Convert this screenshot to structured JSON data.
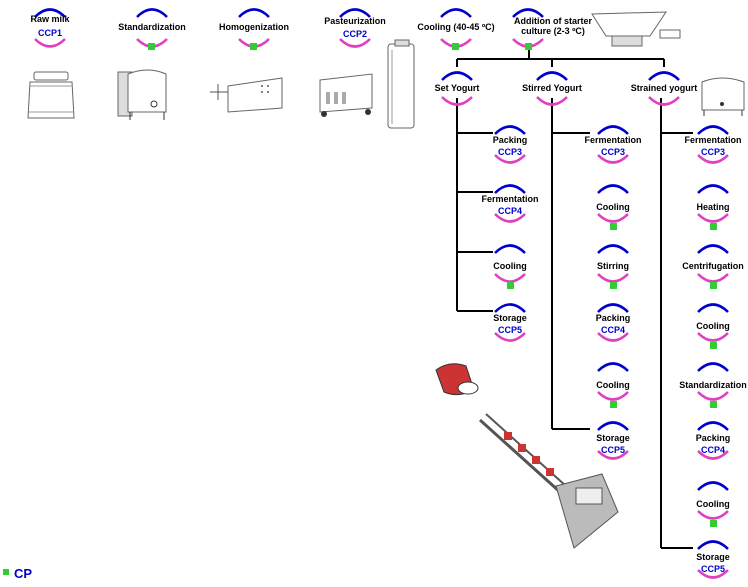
{
  "steps": {
    "raw_milk": {
      "label": "Raw milk",
      "code": "CCP1"
    },
    "standardization": {
      "label": "Standardization"
    },
    "homogenization": {
      "label": "Homogenization"
    },
    "pasteurization": {
      "label": "Pasteurization",
      "code": "CCP2"
    },
    "cooling": {
      "label": "Cooling (40-45 ºC)"
    },
    "starter": {
      "label_line1": "Addition of starter",
      "label_line2": "culture (2-3 ºC)"
    }
  },
  "branches": {
    "set": {
      "title": "Set Yogurt",
      "steps": [
        {
          "label": "Packing",
          "code": "CCP3"
        },
        {
          "label": "Fermentation",
          "code": "CCP4"
        },
        {
          "label": "Cooling",
          "code": ""
        },
        {
          "label": "Storage",
          "code": "CCP5"
        }
      ]
    },
    "stirred": {
      "title": "Stirred Yogurt",
      "steps": [
        {
          "label": "Fermentation",
          "code": "CCP3"
        },
        {
          "label": "Cooling",
          "code": ""
        },
        {
          "label": "Stirring",
          "code": ""
        },
        {
          "label": "Packing",
          "code": "CCP4"
        },
        {
          "label": "Cooling",
          "code": ""
        },
        {
          "label": "Storage",
          "code": "CCP5"
        }
      ]
    },
    "strained": {
      "title": "Strained yogurt",
      "steps": [
        {
          "label": "Fermentation",
          "code": "CCP3"
        },
        {
          "label": "Heating",
          "code": ""
        },
        {
          "label": "Centrifugation",
          "code": ""
        },
        {
          "label": "Cooling",
          "code": ""
        },
        {
          "label": "Standardization",
          "code": ""
        },
        {
          "label": "Packing",
          "code": "CCP4"
        },
        {
          "label": "Cooling",
          "code": ""
        },
        {
          "label": "Storage",
          "code": "CCP5"
        }
      ]
    }
  },
  "legend": {
    "label": "CP"
  },
  "colors": {
    "top_arc": "#0000cc",
    "bottom_arc": "#e040c0",
    "cp_marker": "#33cc33",
    "ccp_text": "#0000cc"
  }
}
